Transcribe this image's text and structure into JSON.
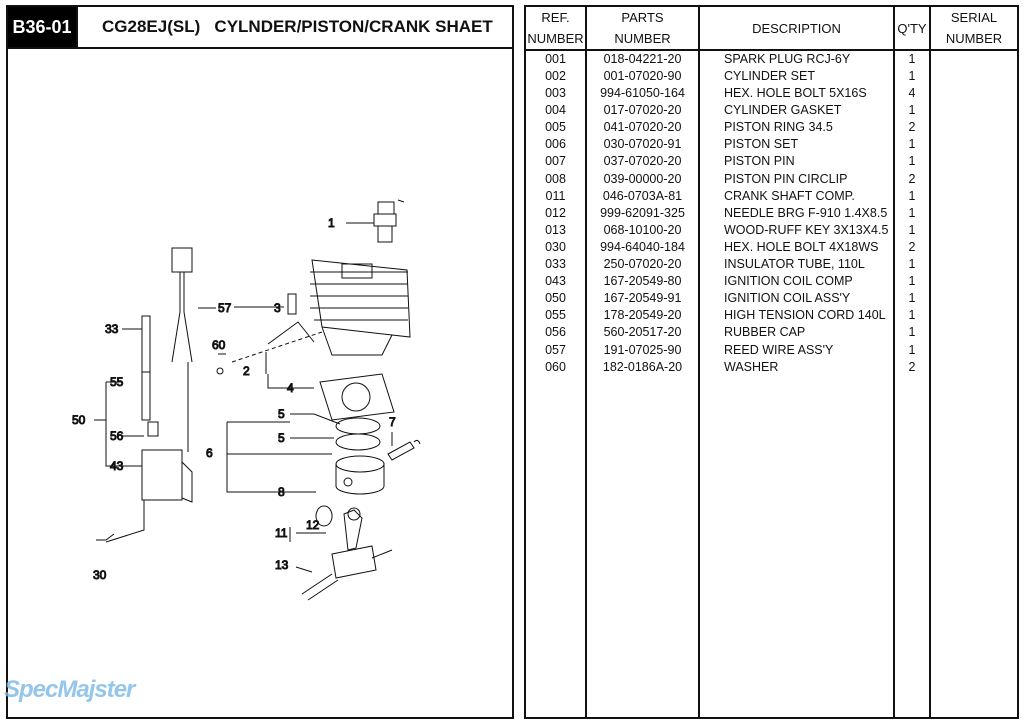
{
  "header": {
    "code": "B36-01",
    "title": "CG28EJ(SL)   CYLNDER/PISTON/CRANK SHAET"
  },
  "watermark": "SpecMajster",
  "table": {
    "headers": {
      "ref": [
        "REF.",
        "NUMBER"
      ],
      "parts": [
        "PARTS",
        "NUMBER"
      ],
      "description": "DESCRIPTION",
      "qty": "Q'TY",
      "serial": [
        "SERIAL",
        "NUMBER"
      ]
    },
    "rows": [
      {
        "ref": "001",
        "part": "018-04221-20",
        "desc": "SPARK PLUG RCJ-6Y",
        "qty": "1"
      },
      {
        "ref": "002",
        "part": "001-07020-90",
        "desc": "CYLINDER SET",
        "qty": "1"
      },
      {
        "ref": "003",
        "part": "994-61050-164",
        "desc": "HEX. HOLE BOLT 5X16S",
        "qty": "4"
      },
      {
        "ref": "004",
        "part": "017-07020-20",
        "desc": "CYLINDER GASKET",
        "qty": "1"
      },
      {
        "ref": "005",
        "part": "041-07020-20",
        "desc": "PISTON RING 34.5",
        "qty": "2"
      },
      {
        "ref": "006",
        "part": "030-07020-91",
        "desc": "PISTON SET",
        "qty": "1"
      },
      {
        "ref": "007",
        "part": "037-07020-20",
        "desc": "PISTON PIN",
        "qty": "1"
      },
      {
        "ref": "008",
        "part": "039-00000-20",
        "desc": "PISTON PIN CIRCLIP",
        "qty": "2"
      },
      {
        "ref": "011",
        "part": "046-0703A-81",
        "desc": "CRANK SHAFT COMP.",
        "qty": "1"
      },
      {
        "ref": "012",
        "part": "999-62091-325",
        "desc": "NEEDLE BRG F-910 1.4X8.5",
        "qty": "1"
      },
      {
        "ref": "013",
        "part": "068-10100-20",
        "desc": "WOOD-RUFF KEY 3X13X4.5",
        "qty": "1"
      },
      {
        "ref": "030",
        "part": "994-64040-184",
        "desc": "HEX. HOLE BOLT 4X18WS",
        "qty": "2"
      },
      {
        "ref": "033",
        "part": "250-07020-20",
        "desc": "INSULATOR TUBE, 110L",
        "qty": "1"
      },
      {
        "ref": "043",
        "part": "167-20549-80",
        "desc": "IGNITION COIL COMP",
        "qty": "1"
      },
      {
        "ref": "050",
        "part": "167-20549-91",
        "desc": "IGNITION COIL ASS'Y",
        "qty": "1"
      },
      {
        "ref": "055",
        "part": "178-20549-20",
        "desc": "HIGH TENSION CORD 140L",
        "qty": "1"
      },
      {
        "ref": "056",
        "part": "560-20517-20",
        "desc": "RUBBER CAP",
        "qty": "1"
      },
      {
        "ref": "057",
        "part": "191-07025-90",
        "desc": "REED WIRE ASS'Y",
        "qty": "1"
      },
      {
        "ref": "060",
        "part": "182-0186A-20",
        "desc": "WASHER",
        "qty": "2"
      }
    ]
  },
  "callouts": {
    "c1": "1",
    "c57": "57",
    "c3": "3",
    "c33": "33",
    "c60": "60",
    "c2": "2",
    "c4": "4",
    "c55": "55",
    "c50": "50",
    "c56": "56",
    "c5a": "5",
    "c5b": "5",
    "c7": "7",
    "c6": "6",
    "c43": "43",
    "c8": "8",
    "c11": "11",
    "c12": "12",
    "c13": "13",
    "c30": "30"
  }
}
